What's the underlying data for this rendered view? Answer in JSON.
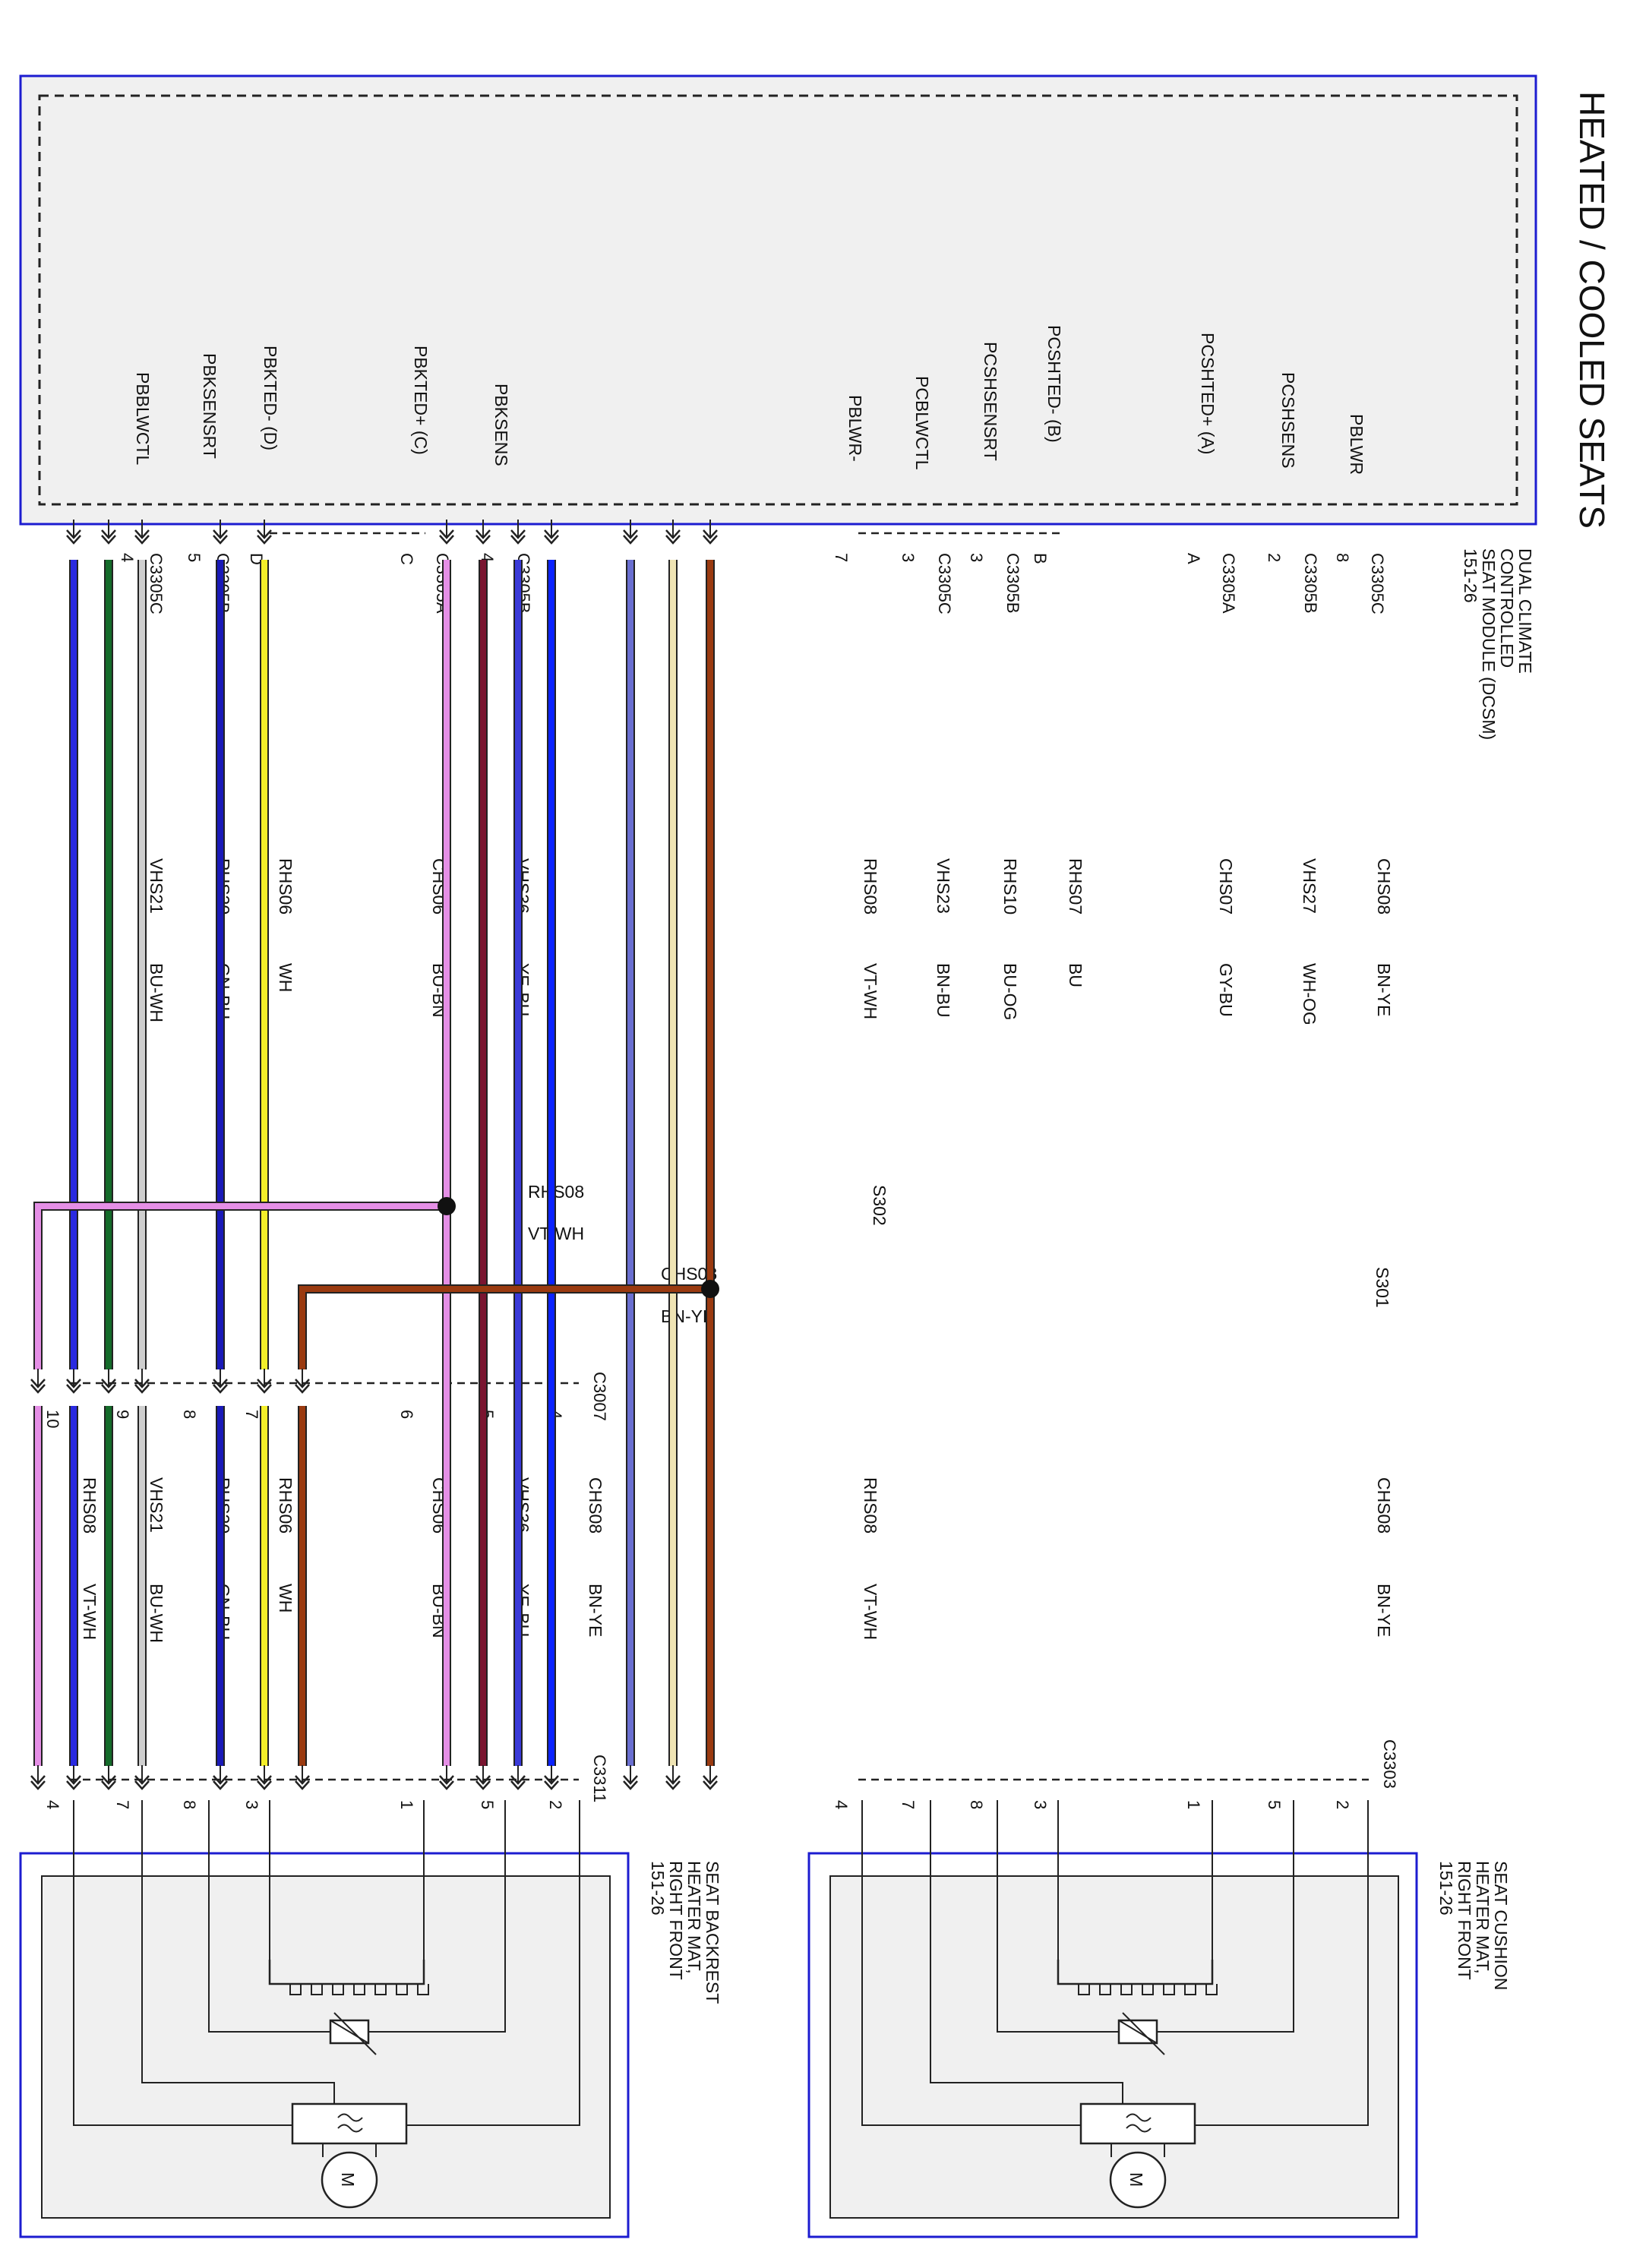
{
  "title": "HEATED / COOLED SEATS",
  "module": {
    "lines": [
      "DUAL CLIMATE",
      "CONTROLLED",
      "SEAT MODULE (DCSM)",
      "151-26"
    ]
  },
  "pins": [
    {
      "name": "PBBLWCTL",
      "connector": "C3305C",
      "pin": "4"
    },
    {
      "name": "PBKSENSRT",
      "connector": "C3305B",
      "pin": "5"
    },
    {
      "name": "PBKTED- (D)",
      "connector": "",
      "pin": "D"
    },
    {
      "name": "PBKTED+ (C)",
      "connector": "C3305A",
      "pin": "C"
    },
    {
      "name": "PBKSENS",
      "connector": "C3305B",
      "pin": "4"
    },
    {
      "name": "PBLWR-",
      "connector": "",
      "pin": "7"
    },
    {
      "name": "PCBLWCTL",
      "connector": "C3305C",
      "pin": "3"
    },
    {
      "name": "PCSHSENSRT",
      "connector": "C3305B",
      "pin": "3"
    },
    {
      "name": "PCSHTED- (B)",
      "connector": "",
      "pin": "B"
    },
    {
      "name": "PCSHTED+ (A)",
      "connector": "C3305A",
      "pin": "A"
    },
    {
      "name": "PCSHSENS",
      "connector": "C3305B",
      "pin": "2"
    },
    {
      "name": "PBLWR",
      "connector": "C3305C",
      "pin": "8"
    }
  ],
  "upper_circuits": [
    {
      "circuit": "VHS21",
      "color": "BU-WH"
    },
    {
      "circuit": "RHS20",
      "color": "GN-BU"
    },
    {
      "circuit": "RHS06",
      "color": "WH"
    },
    {
      "circuit": "CHS06",
      "color": "BU-BN"
    },
    {
      "circuit": "VHS36",
      "color": "YE-BU"
    },
    {
      "circuit": "RHS08",
      "color": "VT-WH"
    },
    {
      "circuit": "VHS23",
      "color": "BN-BU"
    },
    {
      "circuit": "RHS10",
      "color": "BU-OG"
    },
    {
      "circuit": "RHS07",
      "color": "BU"
    },
    {
      "circuit": "CHS07",
      "color": "GY-BU"
    },
    {
      "circuit": "VHS27",
      "color": "WH-OG"
    },
    {
      "circuit": "CHS08",
      "color": "BN-YE"
    }
  ],
  "splices": {
    "s302": {
      "name": "S302",
      "circuit": "RHS08",
      "color": "VT-WH"
    },
    "s301": {
      "name": "S301",
      "circuit": "CHS08",
      "color": "BN-YE"
    }
  },
  "c3007": {
    "name": "C3007",
    "pins": [
      "10",
      "9",
      "8",
      "7",
      "6",
      "5",
      "4"
    ]
  },
  "lower_left_circuits": [
    {
      "circuit": "RHS08",
      "color": "VT-WH"
    },
    {
      "circuit": "VHS21",
      "color": "BU-WH"
    },
    {
      "circuit": "RHS20",
      "color": "GN-BU"
    },
    {
      "circuit": "RHS06",
      "color": "WH"
    },
    {
      "circuit": "CHS06",
      "color": "BU-BN"
    },
    {
      "circuit": "VHS36",
      "color": "YE-BU"
    },
    {
      "circuit": "CHS08",
      "color": "BN-YE"
    }
  ],
  "lower_right_circuits": [
    {
      "circuit": "RHS08",
      "color": "VT-WH"
    },
    {
      "circuit": "CHS08",
      "color": "BN-YE"
    }
  ],
  "c3311": {
    "name": "C3311",
    "pins": [
      "4",
      "7",
      "8",
      "3",
      "1",
      "5",
      "2"
    ]
  },
  "c3303": {
    "name": "C3303",
    "pins": [
      "4",
      "7",
      "8",
      "3",
      "1",
      "5",
      "2"
    ]
  },
  "backrest": {
    "lines": [
      "SEAT BACKREST",
      "HEATER MAT,",
      "RIGHT FRONT",
      "151-26"
    ]
  },
  "cushion": {
    "lines": [
      "SEAT CUSHION",
      "HEATER MAT,",
      "RIGHT FRONT",
      "151-26"
    ]
  },
  "motor_label": "M",
  "colors": {
    "module_border": "#1c1cd0",
    "component_fill": "#f0f0f0",
    "BU-WH": "#2a2ae0",
    "GN-BU": "#146b2a",
    "WH": "#cfcfcf",
    "BU-BN": "#1a1ab8",
    "YE-BU": "#f4ef2a",
    "VT-WH": "#e58fe6",
    "BN-BU": "#7a1530",
    "BU-OG": "#3a3ad8",
    "BU": "#0b22ff",
    "GY-BU": "#6a6fd0",
    "WH-OG": "#efe4b4",
    "BN-YE": "#9a3a10"
  }
}
